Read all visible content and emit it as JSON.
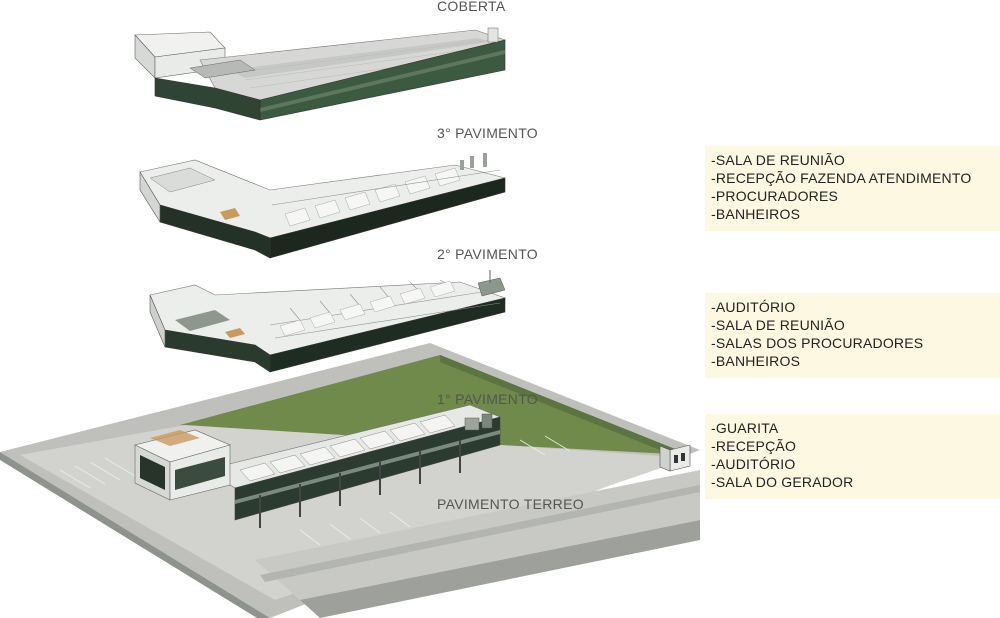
{
  "colors": {
    "roof": "#d7d8d5",
    "wall_white": "#eef0ee",
    "glass_dark": "#1d2b22",
    "facade_green": "#3c5a3f",
    "lawn": "#6f8a4a",
    "pavement": "#d0d0cc",
    "road": "#c9c9c6",
    "box_bg": "#fcf8e1"
  },
  "floors": {
    "coberta": {
      "label": "COBERTA"
    },
    "terceiro": {
      "label": "3° PAVIMENTO"
    },
    "segundo": {
      "label": "2° PAVIMENTO"
    },
    "primeiro": {
      "label": "1° PAVIMENTO"
    },
    "terreo": {
      "label": "PAVIMENTO TERREO"
    }
  },
  "rooms": {
    "terceiro": [
      "-SALA DE REUNIÃO",
      "-RECEPÇÃO FAZENDA ATENDIMENTO",
      "-PROCURADORES",
      "-BANHEIROS"
    ],
    "segundo": [
      "-AUDITÓRIO",
      "-SALA DE REUNIÃO",
      "-SALAS DOS PROCURADORES",
      "-BANHEIROS"
    ],
    "terreo": [
      "-GUARITA",
      "-RECEPÇÃO",
      "-AUDITÓRIO",
      "-SALA DO GERADOR"
    ]
  }
}
